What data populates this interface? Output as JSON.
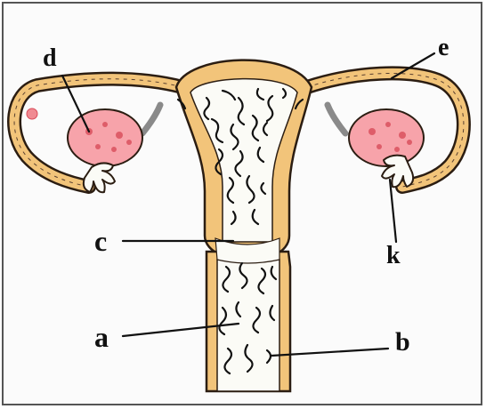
{
  "labels": {
    "a": "a",
    "b": "b",
    "c": "c",
    "d": "d",
    "e": "e",
    "k": "k"
  },
  "colors": {
    "wall": "#f2c47a",
    "outline": "#2b1d12",
    "cavity": "#fbfbf6",
    "ovary": "#f7a3aa",
    "ovary_spot": "#d94c5a",
    "ligament": "#8a8a8a",
    "frame": "#555555"
  }
}
